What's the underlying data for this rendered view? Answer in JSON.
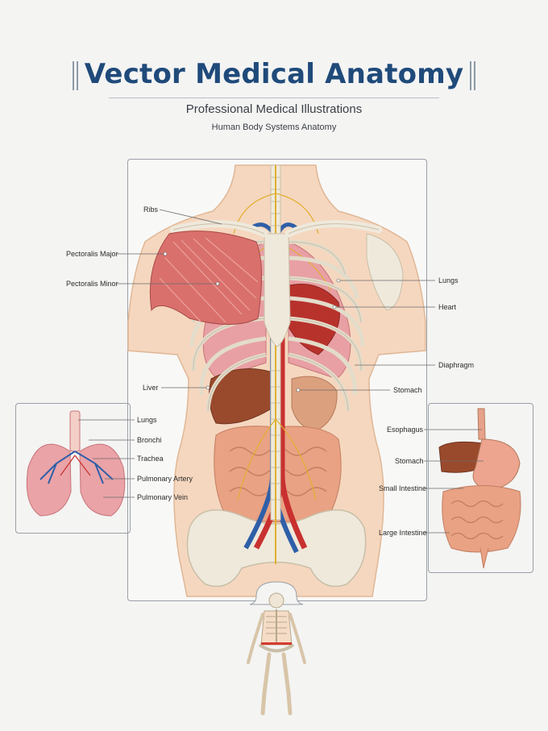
{
  "header": {
    "title": "Vector Medical Anatomy",
    "subtitle": "Professional Medical Illustrations",
    "tagline": "Human Body Systems Anatomy"
  },
  "main_diagram": {
    "labels": {
      "ribs": "Ribs",
      "pectoralis_major": "Pectoralis Major",
      "pectoralis_minor": "Pectoralis Minor",
      "lungs": "Lungs",
      "heart": "Heart",
      "diaphragm": "Diaphragm",
      "liver": "Liver",
      "stomach": "Stomach"
    }
  },
  "lung_inset": {
    "labels": {
      "lungs": "Lungs",
      "bronchi": "Bronchi",
      "trachea": "Trachea",
      "pulmonary_artery": "Pulmonary Artery",
      "pulmonary_vein": "Pulmonary Vein"
    }
  },
  "digestive_inset": {
    "labels": {
      "esophagus": "Esophagus",
      "stomach": "Stomach",
      "small_intestine": "Small Intestine",
      "large_intestine": "Large Intestine"
    }
  },
  "colors": {
    "title": "#1f4a7a",
    "skin": "#f5d7bf",
    "bone": "#efe9dc",
    "muscle": "#d9706c",
    "lung": "#eaa3a7",
    "artery": "#c8312f",
    "vein": "#2f5fa8",
    "nerve": "#e0b030",
    "liver": "#9a4a2c",
    "intestine": "#e9a283"
  }
}
